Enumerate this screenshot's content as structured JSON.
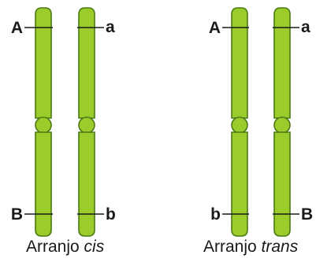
{
  "colors": {
    "chromatid": "#9ccc2c",
    "outline": "#4a7a12",
    "text": "#1a1a1a"
  },
  "panels": [
    {
      "id": "cis",
      "caption_prefix": "Arranjo ",
      "caption_term": "cis",
      "chromosomes": [
        {
          "top_allele": "A",
          "bottom_allele": "B"
        },
        {
          "top_allele": "a",
          "bottom_allele": "b"
        }
      ]
    },
    {
      "id": "trans",
      "caption_prefix": "Arranjo ",
      "caption_term": "trans",
      "chromosomes": [
        {
          "top_allele": "A",
          "bottom_allele": "b"
        },
        {
          "top_allele": "a",
          "bottom_allele": "B"
        }
      ]
    }
  ]
}
